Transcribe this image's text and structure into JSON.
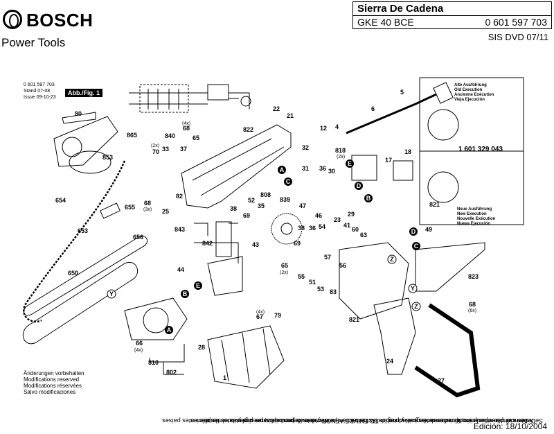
{
  "header": {
    "brand": "BOSCH",
    "subbrand": "Power Tools",
    "title": "Sierra De Cadena",
    "model": "GKE 40 BCE",
    "part_number": "0 601 597 703",
    "sis": "SIS DVD 07/11"
  },
  "doc_info": {
    "number": "0 601 597 703",
    "stand": "Stand 07-08",
    "issue": "Issue 09-10-23",
    "figure": "Abb./Fig. 1"
  },
  "modifications": [
    "Änderungen vorbehalten",
    "Modifications reserved",
    "Modifications réservées",
    "Salvo modificaciones"
  ],
  "edition": "Edición: 18/10/2004",
  "legal_note": [
    "Atención: la reparación, transformación y el control de las herramientas eléctricas deben realizarse profesionalmente.",
    "Deben cumplirse las prescripciones de seguridad según EC EN VDE AFNOR y demás prescripciones vigentes en los diferentes países.",
    "Se reserva el derecho de modificaciones técnicas y precios. Actualización permanente de productos, precios y datos de precios."
  ],
  "inset": {
    "old_labels": [
      "Alte Ausführung",
      "Old Execution",
      "Ancienne Exécution",
      "Vieja Ejecución"
    ],
    "old_part": "1 601 329 043",
    "new_labels": [
      "Neue Ausführung",
      "New Execution",
      "Nouvelle Exécution",
      "Nueva Ejecución"
    ],
    "new_part": "821"
  },
  "callouts": [
    {
      "id": "80",
      "t": "80"
    },
    {
      "id": "865",
      "t": "865"
    },
    {
      "id": "853",
      "t": "853"
    },
    {
      "id": "840",
      "t": "840"
    },
    {
      "id": "68a",
      "t": "68"
    },
    {
      "id": "68a_q",
      "t": "(4x)"
    },
    {
      "id": "822",
      "t": "822"
    },
    {
      "id": "22",
      "t": "22"
    },
    {
      "id": "21",
      "t": "21"
    },
    {
      "id": "12",
      "t": "12"
    },
    {
      "id": "4",
      "t": "4"
    },
    {
      "id": "6",
      "t": "6"
    },
    {
      "id": "5",
      "t": "5"
    },
    {
      "id": "70",
      "t": "70"
    },
    {
      "id": "70_q",
      "t": "(2x)"
    },
    {
      "id": "33",
      "t": "33"
    },
    {
      "id": "37",
      "t": "37"
    },
    {
      "id": "65a",
      "t": "65"
    },
    {
      "id": "32",
      "t": "32"
    },
    {
      "id": "818",
      "t": "818"
    },
    {
      "id": "818_q",
      "t": "(2x)"
    },
    {
      "id": "31",
      "t": "31"
    },
    {
      "id": "17",
      "t": "17"
    },
    {
      "id": "18",
      "t": "18"
    },
    {
      "id": "36a",
      "t": "36"
    },
    {
      "id": "30",
      "t": "30"
    },
    {
      "id": "808",
      "t": "808"
    },
    {
      "id": "654",
      "t": "654"
    },
    {
      "id": "68b",
      "t": "68"
    },
    {
      "id": "68b_q",
      "t": "(3x)"
    },
    {
      "id": "82",
      "t": "82"
    },
    {
      "id": "25",
      "t": "25"
    },
    {
      "id": "52",
      "t": "52"
    },
    {
      "id": "38a",
      "t": "38"
    },
    {
      "id": "69a",
      "t": "69"
    },
    {
      "id": "35",
      "t": "35"
    },
    {
      "id": "839",
      "t": "839"
    },
    {
      "id": "47",
      "t": "47"
    },
    {
      "id": "46",
      "t": "46"
    },
    {
      "id": "29",
      "t": "29"
    },
    {
      "id": "23",
      "t": "23"
    },
    {
      "id": "655",
      "t": "655"
    },
    {
      "id": "653",
      "t": "653"
    },
    {
      "id": "656",
      "t": "656"
    },
    {
      "id": "843",
      "t": "843"
    },
    {
      "id": "842",
      "t": "842"
    },
    {
      "id": "43",
      "t": "43"
    },
    {
      "id": "38b",
      "t": "38"
    },
    {
      "id": "36b",
      "t": "36"
    },
    {
      "id": "54",
      "t": "54"
    },
    {
      "id": "41",
      "t": "41"
    },
    {
      "id": "60",
      "t": "60"
    },
    {
      "id": "69b",
      "t": "69"
    },
    {
      "id": "63",
      "t": "63"
    },
    {
      "id": "49",
      "t": "49"
    },
    {
      "id": "44",
      "t": "44"
    },
    {
      "id": "650",
      "t": "650"
    },
    {
      "id": "57",
      "t": "57"
    },
    {
      "id": "56",
      "t": "56"
    },
    {
      "id": "65b",
      "t": "65"
    },
    {
      "id": "65b_q",
      "t": "(2x)"
    },
    {
      "id": "55",
      "t": "55"
    },
    {
      "id": "51",
      "t": "51"
    },
    {
      "id": "53",
      "t": "53"
    },
    {
      "id": "83",
      "t": "83"
    },
    {
      "id": "823",
      "t": "823"
    },
    {
      "id": "68c",
      "t": "68"
    },
    {
      "id": "68c_q",
      "t": "(6x)"
    },
    {
      "id": "67",
      "t": "67"
    },
    {
      "id": "67_q",
      "t": "(4x)"
    },
    {
      "id": "79",
      "t": "79"
    },
    {
      "id": "821",
      "t": "821"
    },
    {
      "id": "66",
      "t": "66"
    },
    {
      "id": "66_q",
      "t": "(4x)"
    },
    {
      "id": "28",
      "t": "28"
    },
    {
      "id": "810",
      "t": "810"
    },
    {
      "id": "802",
      "t": "802"
    },
    {
      "id": "1",
      "t": "1"
    },
    {
      "id": "24",
      "t": "24"
    },
    {
      "id": "27",
      "t": "27"
    }
  ],
  "markers": [
    {
      "id": "mA1",
      "t": "A",
      "style": "filled"
    },
    {
      "id": "mC1",
      "t": "C",
      "style": "filled"
    },
    {
      "id": "mE1",
      "t": "E",
      "style": "filled"
    },
    {
      "id": "mD1",
      "t": "D",
      "style": "filled"
    },
    {
      "id": "mB1",
      "t": "B",
      "style": "filled"
    },
    {
      "id": "mD2",
      "t": "D",
      "style": "filled"
    },
    {
      "id": "mC2",
      "t": "C",
      "style": "filled"
    },
    {
      "id": "mB2",
      "t": "B",
      "style": "filled"
    },
    {
      "id": "mE2",
      "t": "E",
      "style": "filled"
    },
    {
      "id": "mA2",
      "t": "A",
      "style": "filled"
    },
    {
      "id": "mY1",
      "t": "Y",
      "style": "outline"
    },
    {
      "id": "mY2",
      "t": "Y",
      "style": "outline"
    },
    {
      "id": "mZ1",
      "t": "Z",
      "style": "outline"
    },
    {
      "id": "mZ2",
      "t": "Z",
      "style": "outline"
    }
  ]
}
